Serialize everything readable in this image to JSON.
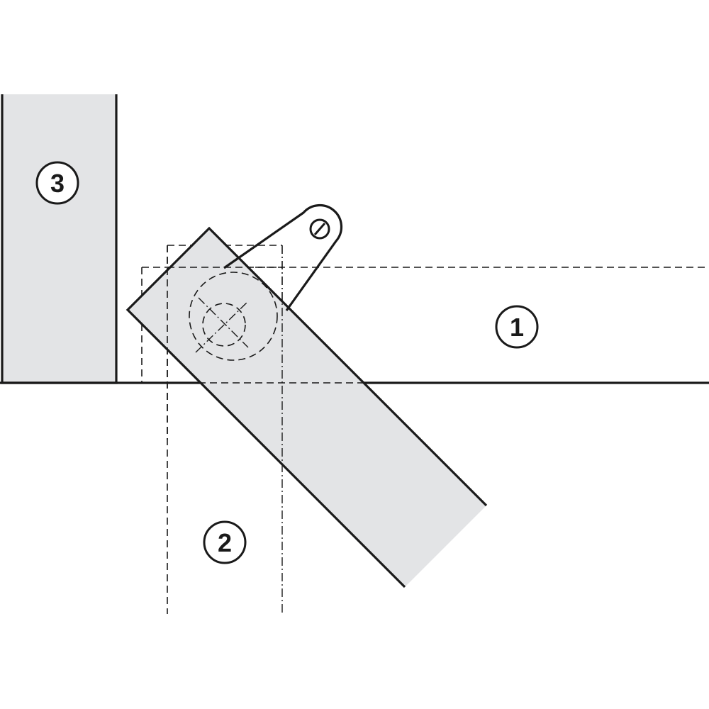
{
  "colors": {
    "part_fill": "#e3e4e6",
    "line": "#1a1a1a",
    "background": "#ffffff"
  },
  "callouts": {
    "one": "1",
    "two": "2",
    "three": "3"
  }
}
